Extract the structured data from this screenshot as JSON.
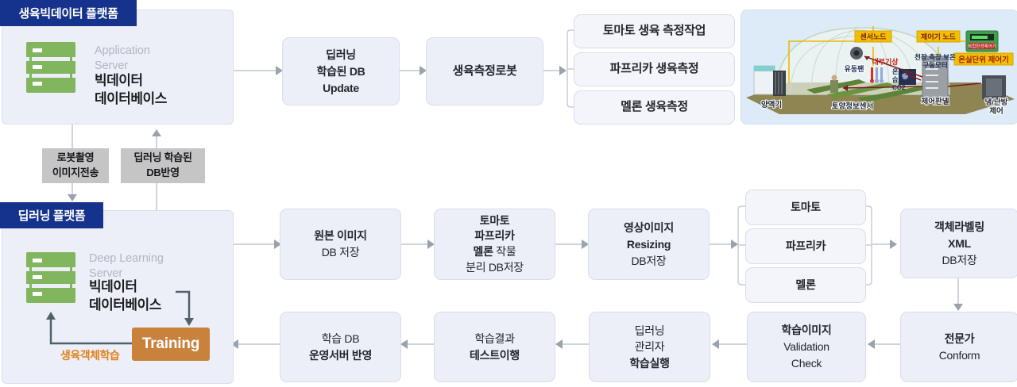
{
  "colors": {
    "ribbon_blue": "#15328c",
    "box_fill": "#edeff8",
    "box_border": "#d9dcec",
    "training_orange": "#c8823c",
    "server_green": "#81b55e",
    "note_orange": "#e2821c",
    "gray_label": "#c5c5c6",
    "arrow_gray": "#9aa2ac",
    "dark_arrow": "#50616b"
  },
  "bigdata_platform": {
    "ribbon": "생육빅데이터 플랫폼",
    "server_type_line1": "Application",
    "server_type_line2": "Server",
    "server_name_line1": "빅데이터",
    "server_name_line2": "데이터베이스"
  },
  "deep_platform": {
    "ribbon": "딥러닝 플랫폼",
    "server_type_line1": "Deep Learning",
    "server_type_line2": "Server",
    "server_name_line1": "빅데이터",
    "server_name_line2": "데이터베이스",
    "training": "Training",
    "training_note": "생육객체학습"
  },
  "top_flow": {
    "db_update": {
      "l1": "딥러닝",
      "l2": "학습된 DB",
      "l3": "Update"
    },
    "robot": "생육측정로봇",
    "tasks": [
      "토마토 생육 측정작업",
      "파프리카 생육측정",
      "멜론 생육측정"
    ]
  },
  "transfer": {
    "down": {
      "l1": "로봇촬영",
      "l2": "이미지전송"
    },
    "up": {
      "l1": "딥러닝 학습된",
      "l2": "DB반영"
    }
  },
  "mid_flow": {
    "original": {
      "l1": "원본 이미지",
      "l2": "DB 저장"
    },
    "separate": {
      "l1": "토마토",
      "l2": "파프리카",
      "l3a": "멜론",
      "l3b": " 작물",
      "l4": "분리 DB저장"
    },
    "resize": {
      "l1": "영상이미지",
      "l2": "Resizing",
      "l3": "DB저장"
    },
    "crops": [
      "토마토",
      "파프리카",
      "멜론"
    ],
    "labeling": {
      "l1": "객체라벨링",
      "l2": "XML",
      "l3": "DB저장"
    }
  },
  "bottom_flow": {
    "expert": {
      "l1": "전문가",
      "l2": "Conform"
    },
    "validation": {
      "l1": "학습이미지",
      "l2": "Validation",
      "l3": "Check"
    },
    "train_run": {
      "l1": "딥러닝",
      "l2": "관리자",
      "l3": "학습실행"
    },
    "test": {
      "l1": "학습결과",
      "l2": "테스트이행"
    },
    "deploy": {
      "l1": "학습 DB",
      "l2": "운영서버 반영"
    }
  },
  "greenhouse": {
    "sensor_node": "센서노드",
    "controller_node": "제어기 노드",
    "greenhouse_controller": "온실단위 제어기",
    "device_label": "복합환경제어기",
    "indoor_weather": "내부기상",
    "motor_l1": "천장.측장.보온",
    "motor_l2": "구동모터",
    "env1": "온도",
    "env2": "습도",
    "env3": "CO2",
    "fan": "유동팬",
    "nutrient": "양액기",
    "soil_sensor": "토양정보센서",
    "control_panel": "제어판넬",
    "hvac_l1": "냉/난방",
    "hvac_l2": "제어"
  }
}
